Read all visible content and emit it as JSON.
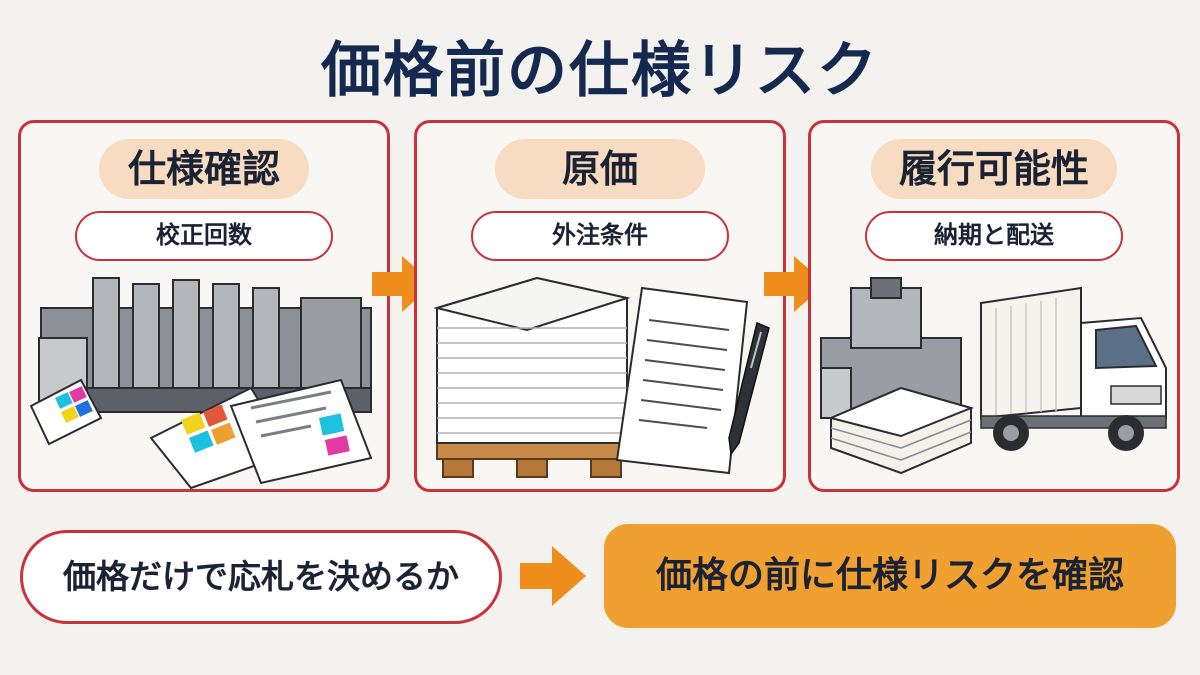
{
  "title": "価格前の仕様リスク",
  "panels": [
    {
      "title": "仕様確認",
      "subtitle": "校正回数",
      "illustration": "printing-press-proofs"
    },
    {
      "title": "原価",
      "subtitle": "外注条件",
      "illustration": "paper-stack-document-pen"
    },
    {
      "title": "履行可能性",
      "subtitle": "納期と配送",
      "illustration": "bookbinding-delivery-truck"
    }
  ],
  "bottom": {
    "left": "価格だけで応札を決めるか",
    "right": "価格の前に仕様リスクを確認"
  },
  "colors": {
    "title": "#15284f",
    "border": "#c8323c",
    "pill": "#f8dcc1",
    "arrow": "#ee8e1c",
    "highlight": "#f0a030"
  }
}
